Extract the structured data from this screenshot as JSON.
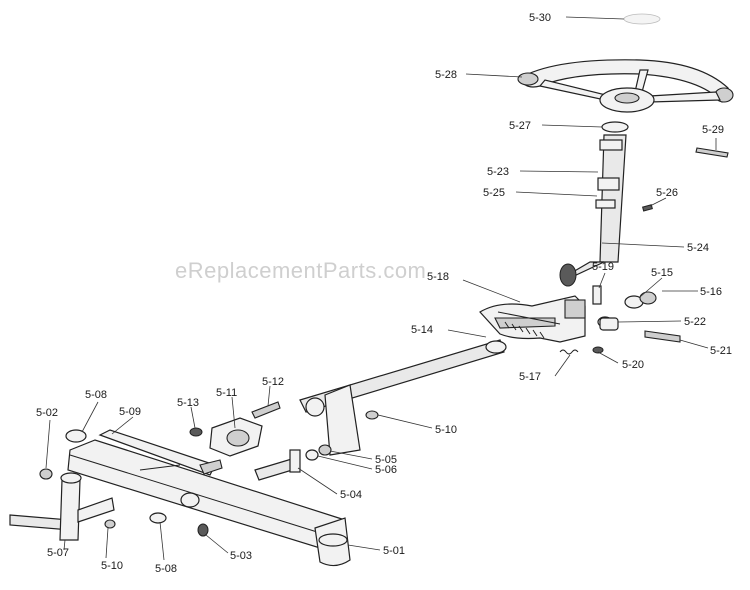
{
  "watermark": "eReplacementParts.com",
  "callouts": [
    {
      "id": "p5_30",
      "text": "5-30"
    },
    {
      "id": "p5_28",
      "text": "5-28"
    },
    {
      "id": "p5_27",
      "text": "5-27"
    },
    {
      "id": "p5_29",
      "text": "5-29"
    },
    {
      "id": "p5_23",
      "text": "5-23"
    },
    {
      "id": "p5_25",
      "text": "5-25"
    },
    {
      "id": "p5_26",
      "text": "5-26"
    },
    {
      "id": "p5_24",
      "text": "5-24"
    },
    {
      "id": "p5_18",
      "text": "5-18"
    },
    {
      "id": "p5_19",
      "text": "5-19"
    },
    {
      "id": "p5_15",
      "text": "5-15"
    },
    {
      "id": "p5_16",
      "text": "5-16"
    },
    {
      "id": "p5_22",
      "text": "5-22"
    },
    {
      "id": "p5_14",
      "text": "5-14"
    },
    {
      "id": "p5_21",
      "text": "5-21"
    },
    {
      "id": "p5_20",
      "text": "5-20"
    },
    {
      "id": "p5_17",
      "text": "5-17"
    },
    {
      "id": "p5_12",
      "text": "5-12"
    },
    {
      "id": "p5_11",
      "text": "5-11"
    },
    {
      "id": "p5_13",
      "text": "5-13"
    },
    {
      "id": "p5_10a",
      "text": "5-10"
    },
    {
      "id": "p5_08a",
      "text": "5-08"
    },
    {
      "id": "p5_09",
      "text": "5-09"
    },
    {
      "id": "p5_02",
      "text": "5-02"
    },
    {
      "id": "p5_05",
      "text": "5-05"
    },
    {
      "id": "p5_06",
      "text": "5-06"
    },
    {
      "id": "p5_04",
      "text": "5-04"
    },
    {
      "id": "p5_03",
      "text": "5-03"
    },
    {
      "id": "p5_01",
      "text": "5-01"
    },
    {
      "id": "p5_07",
      "text": "5-07"
    },
    {
      "id": "p5_10b",
      "text": "5-10"
    },
    {
      "id": "p5_08b",
      "text": "5-08"
    }
  ]
}
